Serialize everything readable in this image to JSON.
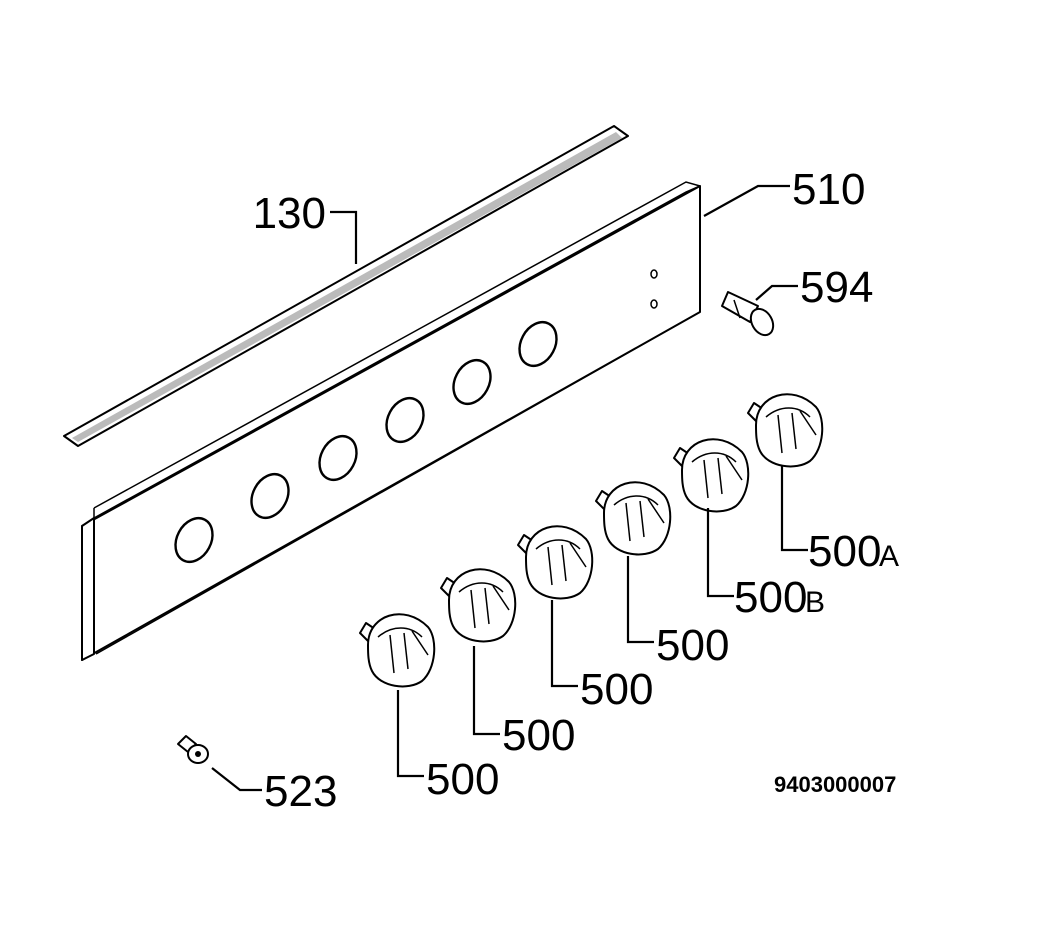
{
  "labels": {
    "strip": "130",
    "panel": "510",
    "lamp": "594",
    "screw": "523",
    "knob": "500",
    "knob_a_num": "500",
    "knob_a_suffix": "A",
    "knob_b_num": "500",
    "knob_b_suffix": "B"
  },
  "drawing_code": "9403000007"
}
